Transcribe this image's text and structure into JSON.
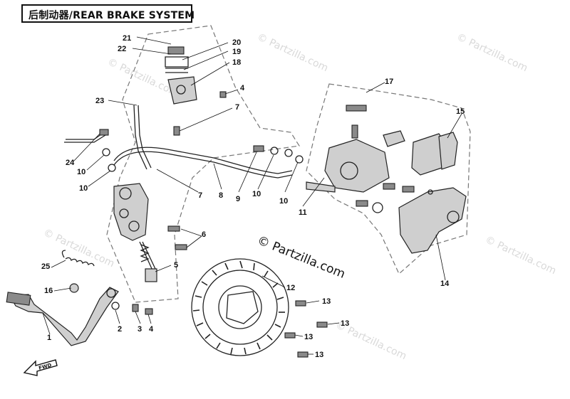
{
  "title": "后制动器/REAR BRAKE SYSTEM",
  "watermark_text": "© Partzilla.com",
  "center_watermark": "© Partzilla.com",
  "fwd_label": "FWD",
  "callouts": [
    {
      "id": "c1",
      "label": "1"
    },
    {
      "id": "c2",
      "label": "2"
    },
    {
      "id": "c3",
      "label": "3"
    },
    {
      "id": "c4a",
      "label": "4"
    },
    {
      "id": "c4b",
      "label": "4"
    },
    {
      "id": "c5",
      "label": "5"
    },
    {
      "id": "c6",
      "label": "6"
    },
    {
      "id": "c7a",
      "label": "7"
    },
    {
      "id": "c7b",
      "label": "7"
    },
    {
      "id": "c8",
      "label": "8"
    },
    {
      "id": "c9",
      "label": "9"
    },
    {
      "id": "c10a",
      "label": "10"
    },
    {
      "id": "c10b",
      "label": "10"
    },
    {
      "id": "c10c",
      "label": "10"
    },
    {
      "id": "c10d",
      "label": "10"
    },
    {
      "id": "c11",
      "label": "11"
    },
    {
      "id": "c12",
      "label": "12"
    },
    {
      "id": "c13a",
      "label": "13"
    },
    {
      "id": "c13b",
      "label": "13"
    },
    {
      "id": "c13c",
      "label": "13"
    },
    {
      "id": "c13d",
      "label": "13"
    },
    {
      "id": "c14",
      "label": "14"
    },
    {
      "id": "c15",
      "label": "15"
    },
    {
      "id": "c16",
      "label": "16"
    },
    {
      "id": "c17",
      "label": "17"
    },
    {
      "id": "c18",
      "label": "18"
    },
    {
      "id": "c19",
      "label": "19"
    },
    {
      "id": "c20",
      "label": "20"
    },
    {
      "id": "c21",
      "label": "21"
    },
    {
      "id": "c22",
      "label": "22"
    },
    {
      "id": "c23",
      "label": "23"
    },
    {
      "id": "c24",
      "label": "24"
    },
    {
      "id": "c25",
      "label": "25"
    }
  ]
}
